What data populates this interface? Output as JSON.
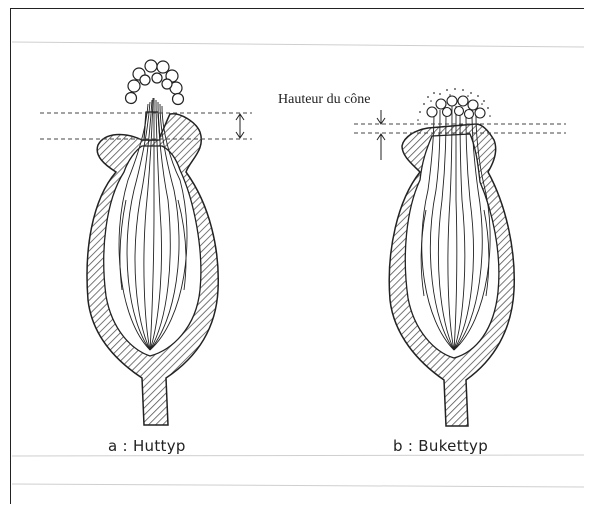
{
  "annotation": {
    "cone_height": "Hauteur du cône"
  },
  "captions": {
    "a": "a : Huttyp",
    "b": "b : Bukettyp"
  }
}
